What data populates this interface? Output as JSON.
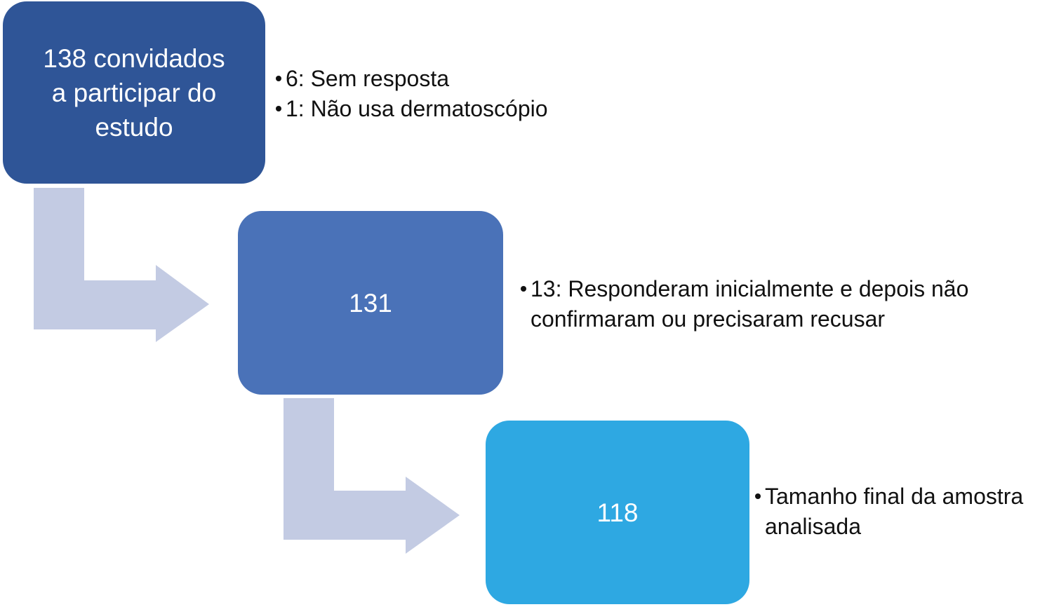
{
  "colors": {
    "box1": "#2f5597",
    "box2": "#4a72b8",
    "box3": "#2ea8e2",
    "connector": "#c3cbe3"
  },
  "steps": [
    {
      "box_label": "138 convidados\na participar do\nestudo",
      "notes": [
        "6: Sem resposta",
        "1: Não usa dermatoscópio"
      ]
    },
    {
      "box_label": "131",
      "notes": [
        "13: Responderam inicialmente e depois não",
        "confirmaram ou precisaram recusar"
      ]
    },
    {
      "box_label": "118",
      "notes": [
        "Tamanho final da amostra",
        "analisada"
      ]
    }
  ]
}
